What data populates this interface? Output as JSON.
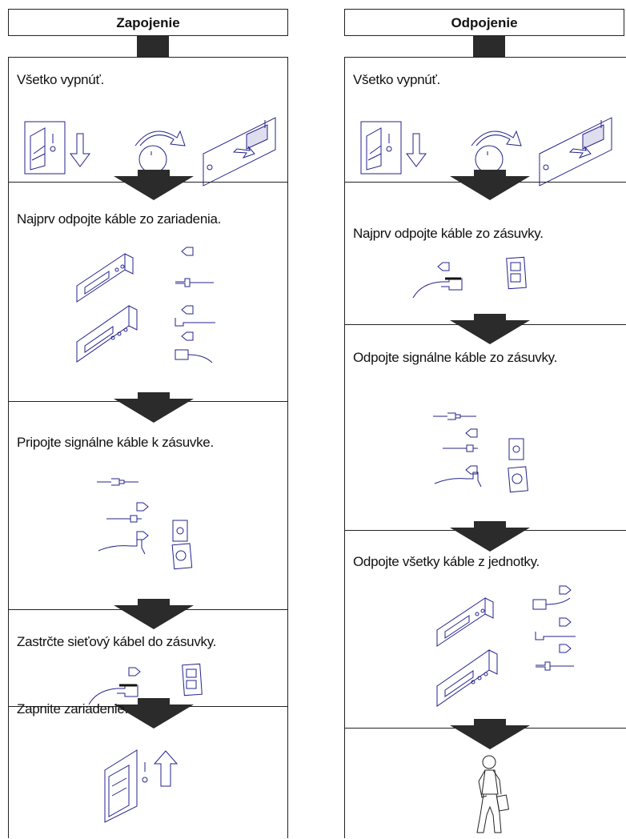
{
  "left": {
    "header": "Zapojenie",
    "steps": [
      "Všetko vypnúť.",
      "Najprv  odpojte káble zo zariadenia.",
      "Pripojte signálne káble  k zásuvke.",
      "Zastrčte sieťový kábel do zásuvky.",
      "Zapnite  zariadenie."
    ]
  },
  "right": {
    "header": "Odpojenie",
    "steps": [
      "Všetko vypnúť.",
      "Najprv  odpojte káble zo zásuvky.",
      "Odpojte signálne káble zo  zásuvky.",
      "Odpojte všetky káble z jednotky."
    ]
  },
  "colors": {
    "line": "#222222",
    "illustration": "#23238c",
    "arrow": "#2b2b2b"
  }
}
